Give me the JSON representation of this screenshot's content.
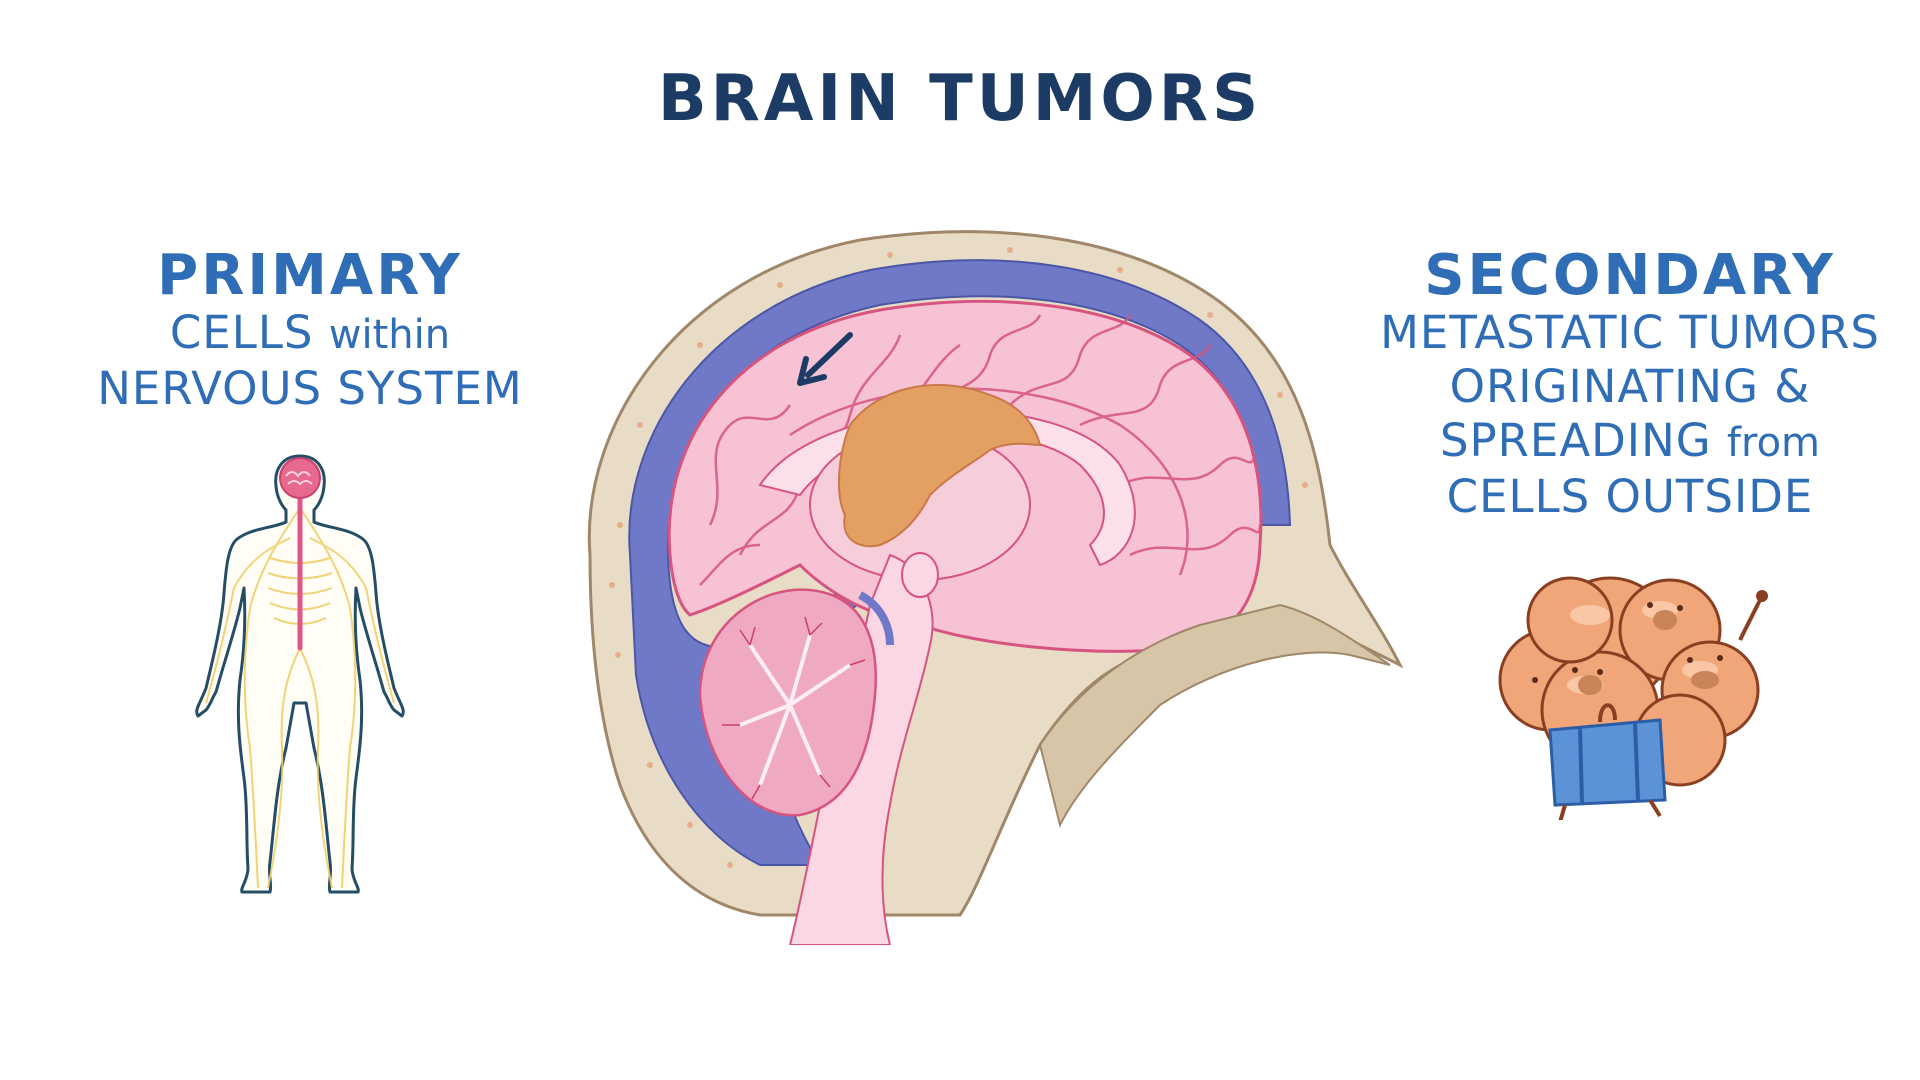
{
  "title": "BRAIN TUMORS",
  "primary": {
    "heading": "PRIMARY",
    "lines": [
      {
        "main": "CELLS ",
        "accent": "within"
      },
      {
        "main": "NERVOUS SYSTEM",
        "accent": ""
      }
    ],
    "illustration": "nervous-system-figure"
  },
  "secondary": {
    "heading": "SECONDARY",
    "lines": [
      {
        "main": "METASTATIC TUMORS",
        "accent": ""
      },
      {
        "main": "ORIGINATING &",
        "accent": ""
      },
      {
        "main": "SPREADING ",
        "accent": "from"
      },
      {
        "main": "CELLS OUTSIDE",
        "accent": ""
      }
    ],
    "illustration": "tumor-cell-cluster-with-suitcase"
  },
  "center": {
    "illustration": "sagittal-brain-section",
    "annotation": "arrow-pointing-to-tumor"
  },
  "colors": {
    "title": "#1c3c66",
    "text_accent": "#2f6db6",
    "brain_pink": "#f4b7cc",
    "brain_outline": "#d6547f",
    "csf_blue": "#6f79c7",
    "skull_beige": "#e9dcc6",
    "tumor_orange": "#e4a063",
    "cell_orange": "#f0a678",
    "suitcase_blue": "#5b93d6"
  }
}
